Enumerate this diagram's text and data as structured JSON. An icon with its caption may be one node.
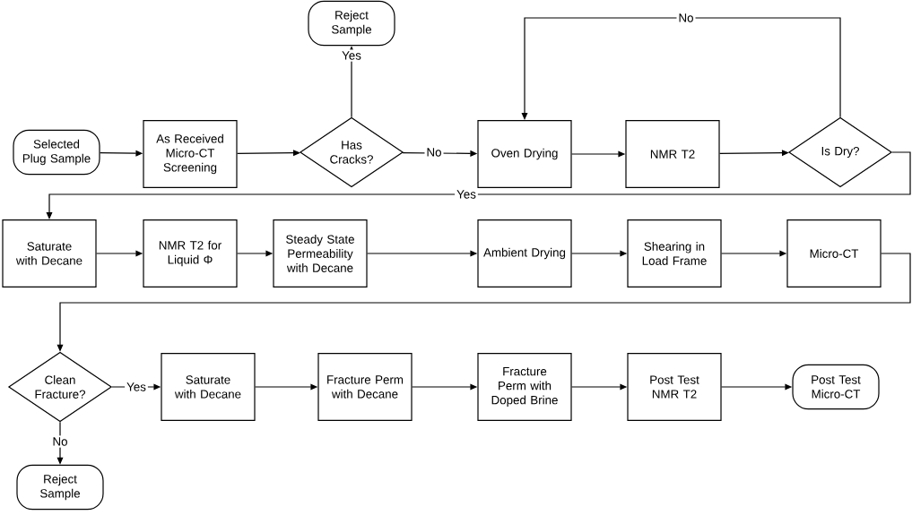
{
  "diagram": {
    "nodes": [
      {
        "text": [
          "Selected Plug Sample"
        ]
      },
      {
        "text": [
          "As Received Micro-CT Screening"
        ]
      },
      {
        "text": [
          "Has Cracks?"
        ]
      },
      {
        "text": [
          "Reject Sample"
        ]
      },
      {
        "text": [
          "Oven Drying"
        ]
      },
      {
        "text": [
          "NMR T2"
        ]
      },
      {
        "text": [
          "Is Dry?"
        ]
      },
      {
        "text": [
          "Saturate with Decane"
        ]
      },
      {
        "text": [
          "NMR T2 for Liquid Φ"
        ]
      },
      {
        "text": [
          "Steady State Permeability with Decane"
        ]
      },
      {
        "text": [
          "Ambient Drying"
        ]
      },
      {
        "text": [
          "Shearing in Load Frame"
        ]
      },
      {
        "text": [
          "Micro-CT"
        ]
      },
      {
        "text": [
          "Clean Fracture?"
        ]
      },
      {
        "text": [
          "Saturate with Decane"
        ]
      },
      {
        "text": [
          "Fracture Perm with Decane"
        ]
      },
      {
        "text": [
          "Fracture Perm with Doped Brine"
        ]
      },
      {
        "text": [
          "Post Test NMR T2"
        ]
      },
      {
        "text": [
          "Post Test Micro-CT"
        ]
      },
      {
        "text": [
          "Reject Sample"
        ]
      }
    ],
    "edges": [
      {
        "from": 0,
        "to": 1,
        "arrow": "to"
      },
      {
        "from": 1,
        "to": 2,
        "arrow": "to"
      },
      {
        "from": 2,
        "to": 3,
        "arrow": "to",
        "label": "Yes"
      },
      {
        "from": 2,
        "to": 4,
        "arrow": "to",
        "label": "No"
      },
      {
        "from": 4,
        "to": 5,
        "arrow": "to"
      },
      {
        "from": 5,
        "to": 6,
        "arrow": "to"
      },
      {
        "from": 6,
        "to": 4,
        "arrow": "to",
        "label": "No"
      },
      {
        "from": 6,
        "to": 7,
        "arrow": "to",
        "label": "Yes"
      },
      {
        "from": 7,
        "to": 8,
        "arrow": "to"
      },
      {
        "from": 8,
        "to": 9,
        "arrow": "to"
      },
      {
        "from": 9,
        "to": 10,
        "arrow": "to"
      },
      {
        "from": 10,
        "to": 11,
        "arrow": "to"
      },
      {
        "from": 11,
        "to": 12,
        "arrow": "to"
      },
      {
        "from": 12,
        "to": 13,
        "arrow": "to"
      },
      {
        "from": 13,
        "to": 14,
        "arrow": "to",
        "label": "Yes"
      },
      {
        "from": 13,
        "to": 19,
        "arrow": "to",
        "label": "No"
      },
      {
        "from": 14,
        "to": 15,
        "arrow": "to"
      },
      {
        "from": 15,
        "to": 16,
        "arrow": "to"
      },
      {
        "from": 16,
        "to": 17,
        "arrow": "to"
      },
      {
        "from": 17,
        "to": 18,
        "arrow": "to"
      }
    ]
  }
}
